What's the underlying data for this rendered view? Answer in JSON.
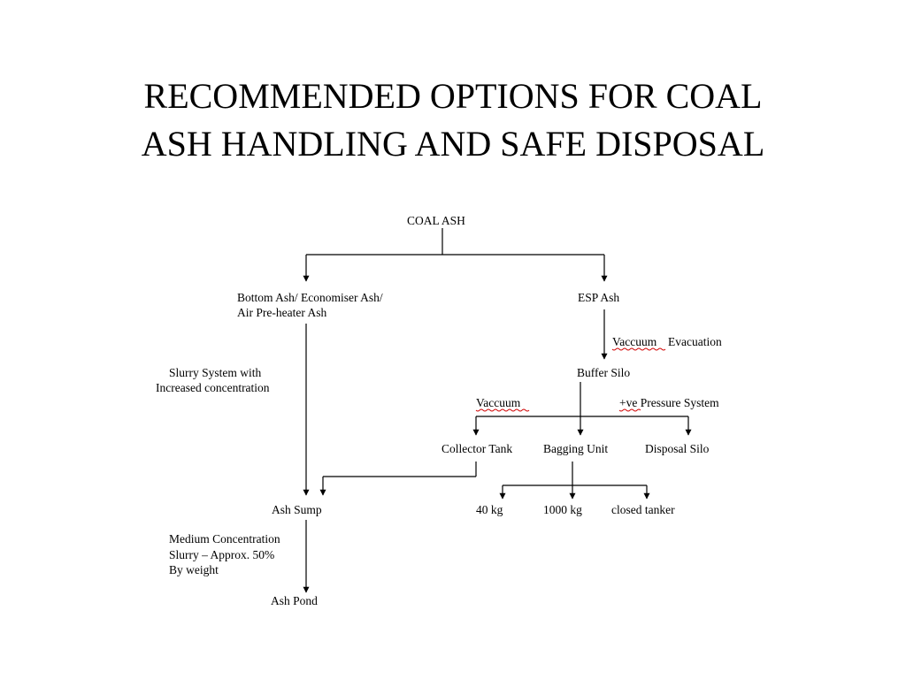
{
  "title": {
    "line1": "RECOMMENDED OPTIONS FOR COAL",
    "line2": "ASH HANDLING AND SAFE DISPOSAL"
  },
  "nodes": {
    "coal_ash": "COAL ASH",
    "bottom_ash_line1": "Bottom Ash/ Economiser Ash/",
    "bottom_ash_line2": "Air Pre-heater Ash",
    "esp_ash": "ESP Ash",
    "buffer_silo": "Buffer Silo",
    "collector_tank": "Collector Tank",
    "bagging_unit": "Bagging Unit",
    "disposal_silo": "Disposal Silo",
    "ash_sump": "Ash Sump",
    "bag_40": "40 kg",
    "bag_1000": "1000 kg",
    "closed_tanker": "closed tanker",
    "ash_pond": "Ash Pond"
  },
  "edge_labels": {
    "slurry_line1": "Slurry System with",
    "slurry_line2": "Increased concentration",
    "vaccuum_evac_word1": "Vaccuum",
    "vaccuum_evac_word2": "Evacuation",
    "vaccuum": "Vaccuum",
    "pressure_system": "+ve Pressure System",
    "medium_line1": "Medium Concentration",
    "medium_line2": "Slurry – Approx. 50%",
    "medium_line3": "By weight"
  }
}
